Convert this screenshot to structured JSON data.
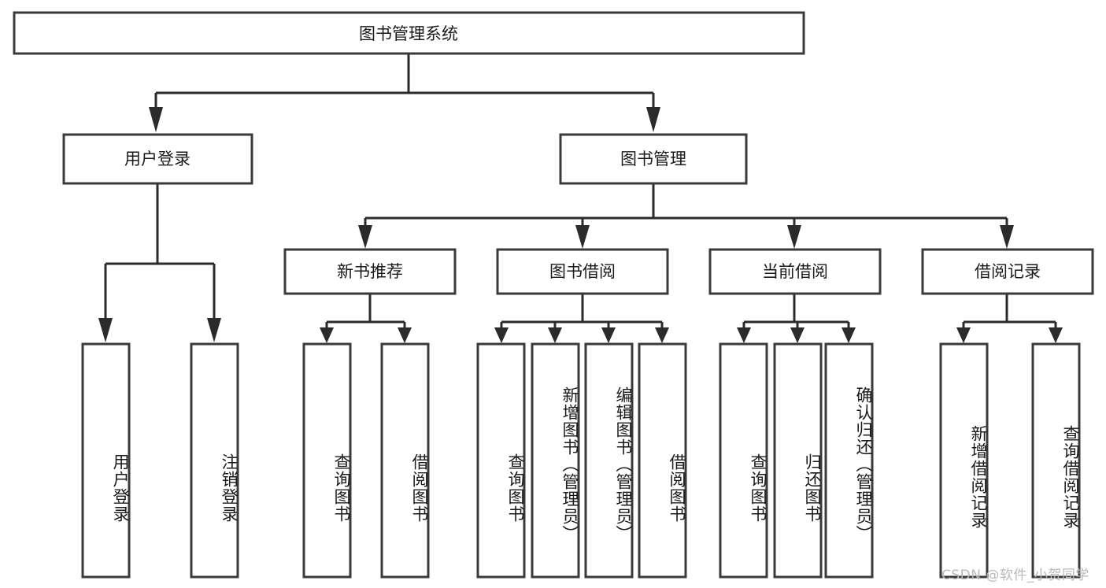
{
  "diagram": {
    "title": "图书管理系统",
    "type": "tree-hierarchy-diagram",
    "colors": {
      "background": "#ffffff",
      "box_stroke": "#3a3a3a",
      "connector": "#2b2b2b",
      "text": "#1a1a1a",
      "watermark": "#b9b9b9"
    },
    "root": {
      "label": "图书管理系统"
    },
    "level2": [
      {
        "label": "用户登录"
      },
      {
        "label": "图书管理"
      }
    ],
    "level3": [
      {
        "label": "新书推荐"
      },
      {
        "label": "图书借阅"
      },
      {
        "label": "当前借阅"
      },
      {
        "label": "借阅记录"
      }
    ],
    "leaves": {
      "user_login": [
        {
          "label": "用户登录"
        },
        {
          "label": "注销登录"
        }
      ],
      "new_book_recommend": [
        {
          "label": "查询图书"
        },
        {
          "label": "借阅图书"
        }
      ],
      "book_borrow": [
        {
          "label": "查询图书"
        },
        {
          "label": "新增图书（管理员）"
        },
        {
          "label": "编辑图书（管理员）"
        },
        {
          "label": "借阅图书"
        }
      ],
      "current_borrow": [
        {
          "label": "查询图书"
        },
        {
          "label": "归还图书"
        },
        {
          "label": "确认归还（管理员）"
        }
      ],
      "borrow_record": [
        {
          "label": "新增借阅记录"
        },
        {
          "label": "查询借阅记录"
        }
      ]
    }
  },
  "watermark": {
    "text": "CSDN @软件_小贺同学"
  }
}
